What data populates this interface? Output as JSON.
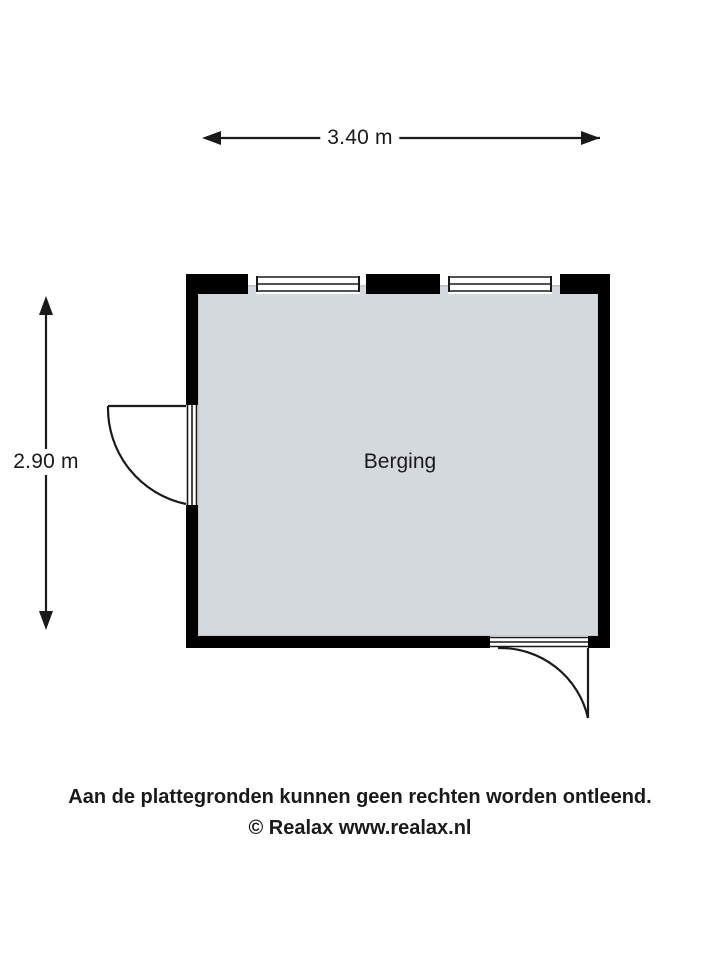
{
  "plan": {
    "room": {
      "name": "Berging"
    },
    "dimensions": {
      "width_label": "3.40 m",
      "height_label": "2.90 m",
      "width_meters": 3.4,
      "height_meters": 2.9,
      "unit": "m"
    },
    "openings": [
      {
        "name": "door-left",
        "type": "door",
        "wall": "west",
        "swing": "outward-left"
      },
      {
        "name": "door-bottom-right",
        "type": "door",
        "wall": "south",
        "swing": "outward-down-left"
      },
      {
        "name": "window-top-left",
        "type": "window",
        "wall": "north"
      },
      {
        "name": "window-top-right",
        "type": "window",
        "wall": "north"
      }
    ],
    "colors": {
      "wall": "#000000",
      "floor": "#d4d9dd",
      "floor_edge": "#c3c9ce",
      "line": "#1a1a1a",
      "background": "#ffffff"
    }
  },
  "footer": {
    "disclaimer": "Aan de plattegronden kunnen geen rechten worden ontleend.",
    "copyright": "© Realax www.realax.nl"
  }
}
